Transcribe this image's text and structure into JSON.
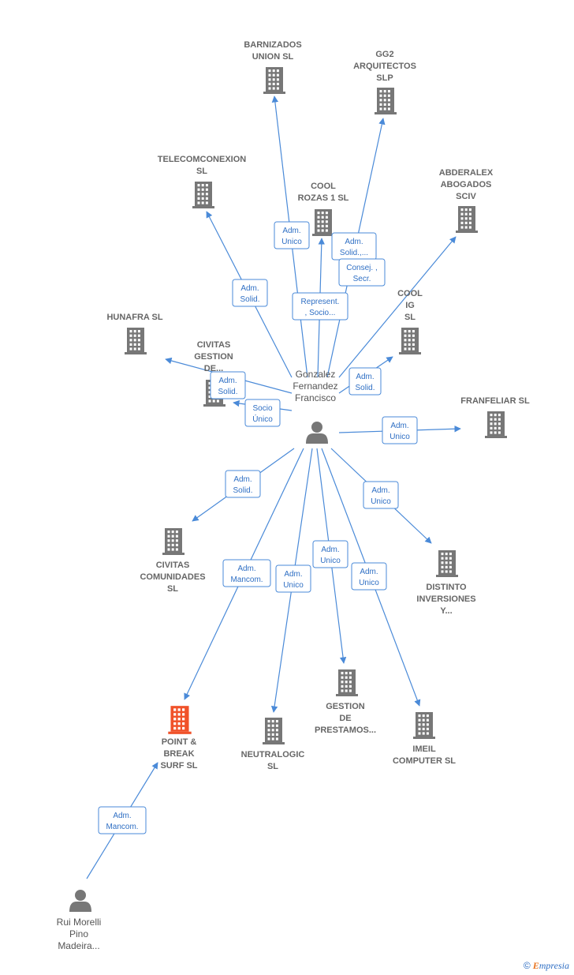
{
  "colors": {
    "edge": "#4a8ad8",
    "building": "#777777",
    "highlight": "#f0522a",
    "person": "#777777"
  },
  "nodes": [
    {
      "id": "center",
      "type": "person",
      "lines": [
        "Gonzalez",
        "Fernandez",
        "Francisco"
      ]
    },
    {
      "id": "barnizados",
      "type": "company",
      "lines": [
        "BARNIZADOS",
        "UNION  SL"
      ]
    },
    {
      "id": "gg2",
      "type": "company",
      "lines": [
        "GG2",
        "ARQUITECTOS",
        "SLP"
      ]
    },
    {
      "id": "telecom",
      "type": "company",
      "lines": [
        "TELECOMCONEXION",
        "SL"
      ]
    },
    {
      "id": "cool1",
      "type": "company",
      "lines": [
        "COOL",
        "ROZAS 1  SL"
      ]
    },
    {
      "id": "abderalex",
      "type": "company",
      "lines": [
        "ABDERALEX",
        "ABOGADOS",
        "SCIV"
      ]
    },
    {
      "id": "hunafra",
      "type": "company",
      "lines": [
        "HUNAFRA  SL"
      ]
    },
    {
      "id": "cool2",
      "type": "company",
      "lines": [
        "COOL",
        "IG",
        "SL"
      ]
    },
    {
      "id": "civitasg",
      "type": "company",
      "lines": [
        "CIVITAS",
        "GESTION",
        "DE..."
      ]
    },
    {
      "id": "franfeliar",
      "type": "company",
      "lines": [
        "FRANFELIAR SL"
      ]
    },
    {
      "id": "civitasc",
      "type": "company",
      "lines": [
        "CIVITAS",
        "COMUNIDADES",
        "SL"
      ]
    },
    {
      "id": "distinto",
      "type": "company",
      "lines": [
        "DISTINTO",
        "INVERSIONES",
        "Y..."
      ]
    },
    {
      "id": "gestion",
      "type": "company",
      "lines": [
        "GESTION",
        "DE",
        "PRESTAMOS..."
      ]
    },
    {
      "id": "point",
      "type": "company",
      "highlight": true,
      "lines": [
        "POINT &",
        "BREAK",
        "SURF  SL"
      ]
    },
    {
      "id": "neutralogic",
      "type": "company",
      "lines": [
        "NEUTRALOGIC",
        "SL"
      ]
    },
    {
      "id": "imeil",
      "type": "company",
      "lines": [
        "IMEIL",
        "COMPUTER SL"
      ]
    },
    {
      "id": "rui",
      "type": "person",
      "lines": [
        "Rui Morelli",
        "Pino",
        "Madeira..."
      ]
    }
  ],
  "edges": [
    {
      "from": "center",
      "to": "barnizados",
      "label": [
        "Adm.",
        "Unico"
      ]
    },
    {
      "from": "center",
      "to": "gg2",
      "label": [
        "Adm.",
        "Solid.,..."
      ]
    },
    {
      "from": "center",
      "to": "telecom",
      "label": [
        "Adm.",
        "Solid."
      ]
    },
    {
      "from": "center",
      "to": "cool1",
      "label": [
        "Represent.",
        ", Socio..."
      ]
    },
    {
      "from": "center",
      "to": "abderalex",
      "label": [
        "Consej. ,",
        "Secr."
      ]
    },
    {
      "from": "center",
      "to": "hunafra",
      "label": [
        "Adm.",
        "Solid."
      ]
    },
    {
      "from": "center",
      "to": "cool2",
      "label": [
        "Adm.",
        "Solid."
      ]
    },
    {
      "from": "center",
      "to": "civitasg",
      "label": [
        "Socio",
        "Único"
      ]
    },
    {
      "from": "center",
      "to": "franfeliar",
      "label": [
        "Adm.",
        "Unico"
      ]
    },
    {
      "from": "center",
      "to": "civitasc",
      "label": [
        "Adm.",
        "Solid."
      ]
    },
    {
      "from": "center",
      "to": "distinto",
      "label": [
        "Adm.",
        "Unico"
      ]
    },
    {
      "from": "center",
      "to": "gestion",
      "label": [
        "Adm.",
        "Unico"
      ]
    },
    {
      "from": "center",
      "to": "point",
      "label": [
        "Adm.",
        "Mancom."
      ]
    },
    {
      "from": "center",
      "to": "neutralogic",
      "label": [
        "Adm.",
        "Unico"
      ]
    },
    {
      "from": "center",
      "to": "imeil",
      "label": [
        "Adm.",
        "Unico"
      ]
    },
    {
      "from": "rui",
      "to": "point",
      "label": [
        "Adm.",
        "Mancom."
      ]
    },
    {
      "from": "center",
      "to": "gg2",
      "label": [
        "Adm.",
        "Solid."
      ]
    }
  ],
  "copyright": {
    "symbol": "©",
    "brand_initial": "E",
    "brand_rest": "mpresia"
  }
}
